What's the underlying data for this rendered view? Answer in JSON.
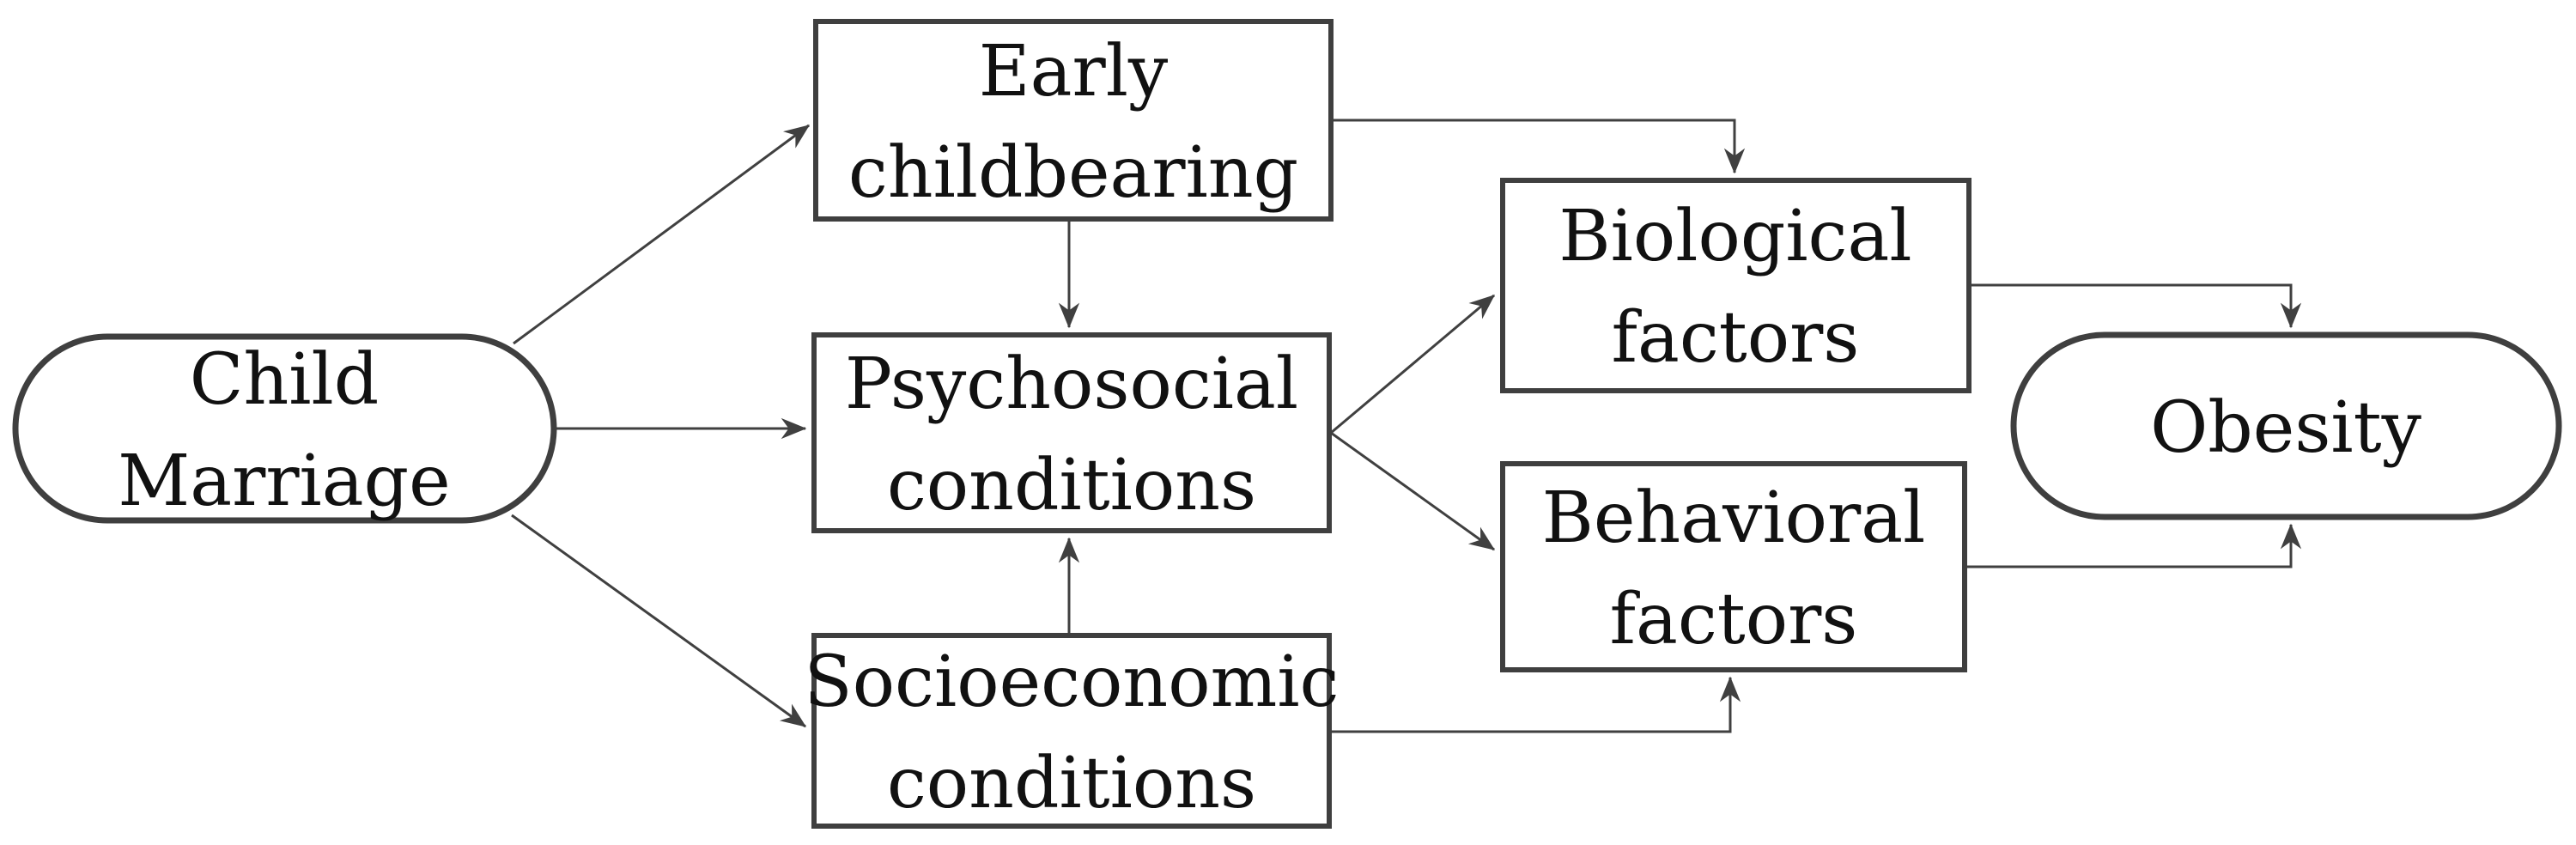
{
  "diagram": {
    "description": "Conceptual framework flow diagram linking child marriage to obesity",
    "background": "#ffffff",
    "colors": {
      "node_border": "#3f3f3f",
      "node_fill": "#ffffff",
      "connector": "#404040",
      "text": "#111111"
    },
    "nodes": {
      "child_marriage": {
        "shape": "pill",
        "line1": "Child",
        "line2": "Marriage"
      },
      "early_childbearing": {
        "shape": "rect",
        "line1": "Early",
        "line2": "childbearing"
      },
      "psychosocial": {
        "shape": "rect",
        "line1": "Psychosocial",
        "line2": "conditions"
      },
      "socioeconomic": {
        "shape": "rect",
        "line1": "Socioeconomic",
        "line2": "conditions"
      },
      "biological": {
        "shape": "rect",
        "line1": "Biological",
        "line2": "factors"
      },
      "behavioral": {
        "shape": "rect",
        "line1": "Behavioral",
        "line2": "factors"
      },
      "obesity": {
        "shape": "pill",
        "line1": "Obesity",
        "line2": ""
      }
    },
    "edges": [
      {
        "from": "child_marriage",
        "to": "early_childbearing",
        "style": "straight-diagonal"
      },
      {
        "from": "child_marriage",
        "to": "psychosocial",
        "style": "straight-horizontal"
      },
      {
        "from": "child_marriage",
        "to": "socioeconomic",
        "style": "straight-diagonal"
      },
      {
        "from": "early_childbearing",
        "to": "psychosocial",
        "style": "straight-vertical"
      },
      {
        "from": "socioeconomic",
        "to": "psychosocial",
        "style": "straight-vertical"
      },
      {
        "from": "early_childbearing",
        "to": "biological",
        "style": "elbow"
      },
      {
        "from": "psychosocial",
        "to": "biological",
        "style": "straight-diagonal"
      },
      {
        "from": "psychosocial",
        "to": "behavioral",
        "style": "straight-diagonal"
      },
      {
        "from": "socioeconomic",
        "to": "behavioral",
        "style": "elbow"
      },
      {
        "from": "biological",
        "to": "obesity",
        "style": "elbow"
      },
      {
        "from": "behavioral",
        "to": "obesity",
        "style": "elbow"
      }
    ]
  }
}
